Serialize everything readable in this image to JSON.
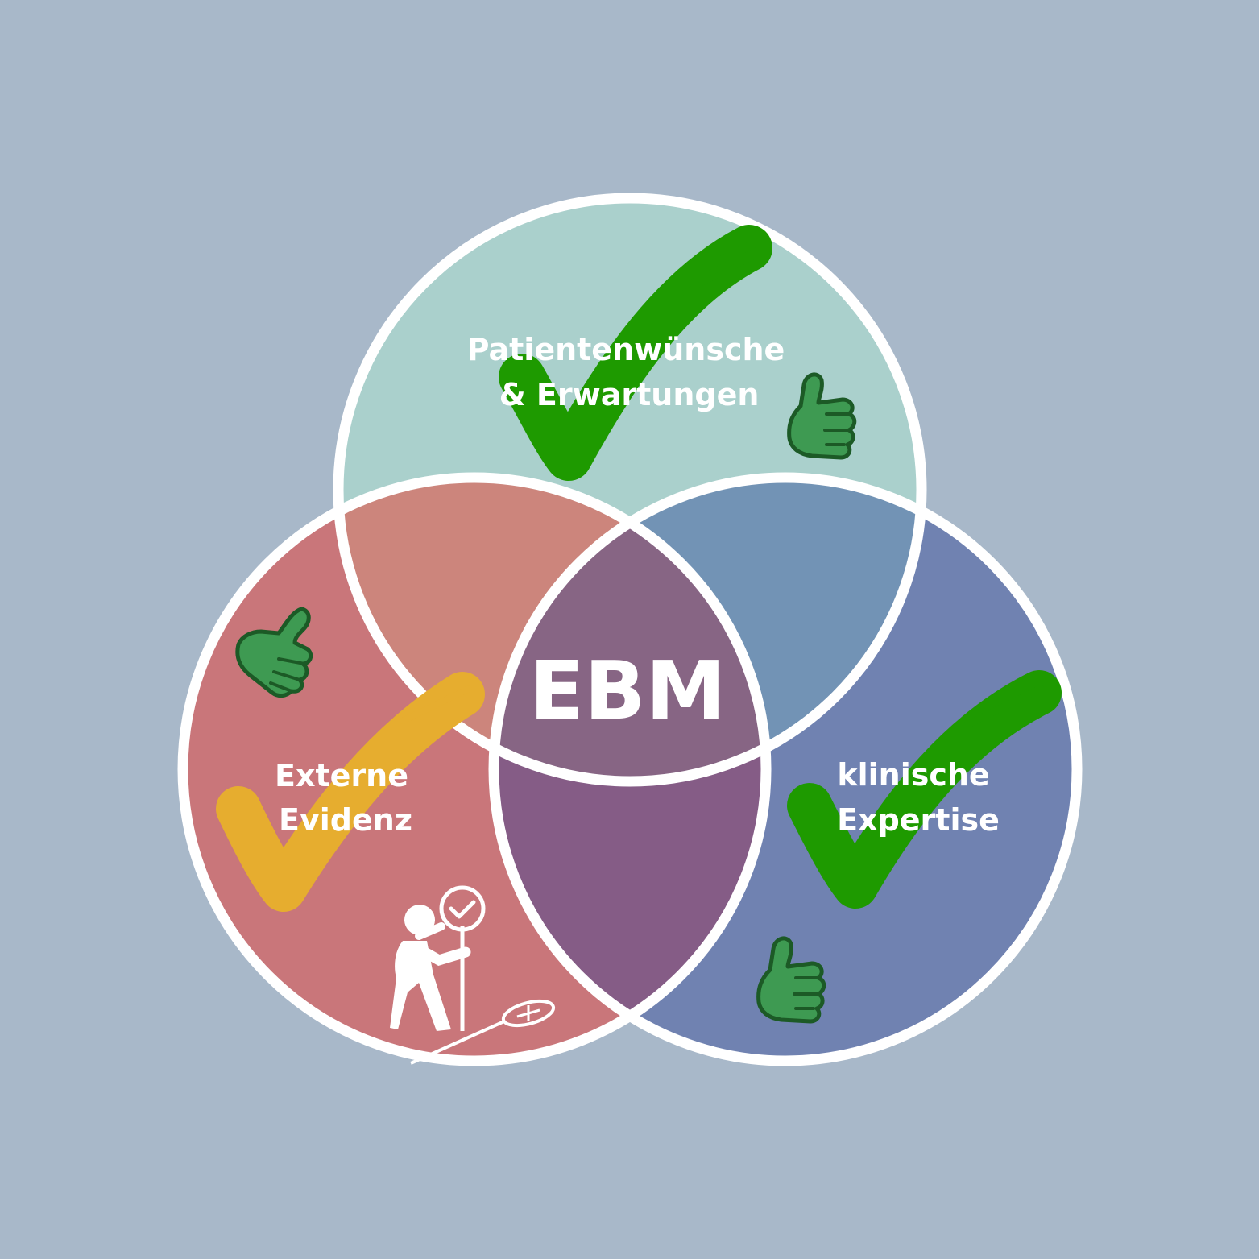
{
  "diagram": {
    "center_label": "EBM",
    "circles": {
      "top": {
        "lines": [
          "Patientenwünsche",
          "& Erwartungen"
        ]
      },
      "left": {
        "lines": [
          "Externe",
          "Evidenz"
        ]
      },
      "right": {
        "lines": [
          "klinische",
          "Expertise"
        ]
      }
    },
    "colors": {
      "background": "#a8b8c9",
      "top": "#aad0cc",
      "left": "#c9767a",
      "right": "#7082b1",
      "top_left": "#cc857c",
      "top_right": "#7293b5",
      "left_right": "#855c86",
      "center": "#876584",
      "outline": "#ffffff",
      "check_green": "#1e9a00",
      "check_yellow": "#e6ad2f",
      "thumb_fill": "#3e9a52",
      "thumb_stroke": "#1c5a26"
    },
    "icons": [
      "check-mark-icon",
      "thumbs-up-icon",
      "person-with-sign-icon"
    ]
  }
}
